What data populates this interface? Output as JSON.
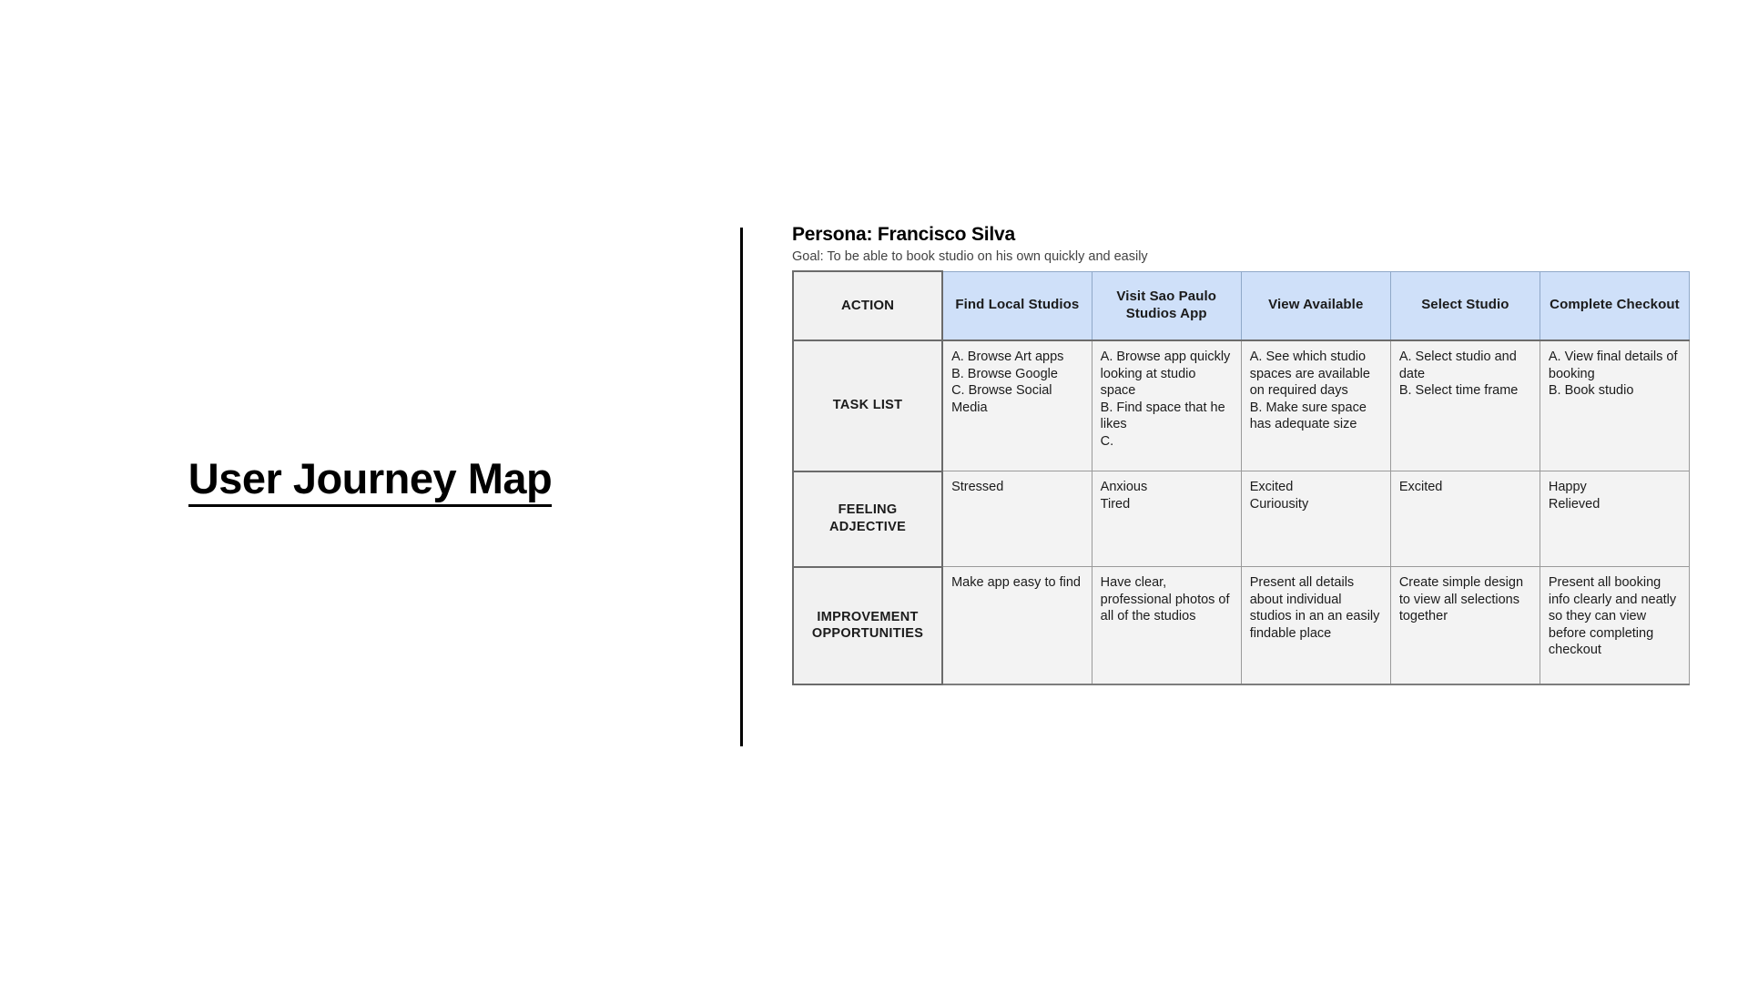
{
  "slide": {
    "title": "User Journey Map"
  },
  "persona": {
    "heading": "Persona: Francisco Silva",
    "goal": "Goal: To be able to book studio on his own quickly and easily"
  },
  "colors": {
    "header_blue": "#CFE0F9",
    "label_gray": "#F1F1F1",
    "cell_gray": "#F3F3F3",
    "border_gray": "#9A9A9A",
    "border_dark": "#6B6B6B",
    "text": "#1B1B1B",
    "goal_text": "#434343"
  },
  "table": {
    "row_label_header": "ACTION",
    "stages": [
      "Find Local Studios",
      "Visit Sao Paulo Studios App",
      "View Available",
      "Select Studio",
      "Complete Checkout"
    ],
    "rows": [
      {
        "label": "TASK LIST",
        "cells": [
          "A. Browse Art apps\nB. Browse Google\nC. Browse Social Media",
          "A. Browse app quickly looking at studio space\nB. Find space that he likes\nC.",
          "A. See which studio spaces are available on required days\nB. Make sure space has adequate size",
          "A. Select studio and date\nB. Select time frame",
          "A. View final details of booking\nB. Book studio"
        ]
      },
      {
        "label": "FEELING ADJECTIVE",
        "cells": [
          "Stressed",
          "Anxious\nTired",
          "Excited\nCuriousity",
          "Excited",
          "Happy\nRelieved"
        ]
      },
      {
        "label": "IMPROVEMENT OPPORTUNITIES",
        "cells": [
          "Make app easy to find",
          "Have clear, professional photos of all of the studios",
          "Present all details about individual studios in an an easily findable place",
          "Create simple design to view all selections together",
          "Present all booking info clearly and neatly so they can view before completing checkout"
        ]
      }
    ]
  }
}
